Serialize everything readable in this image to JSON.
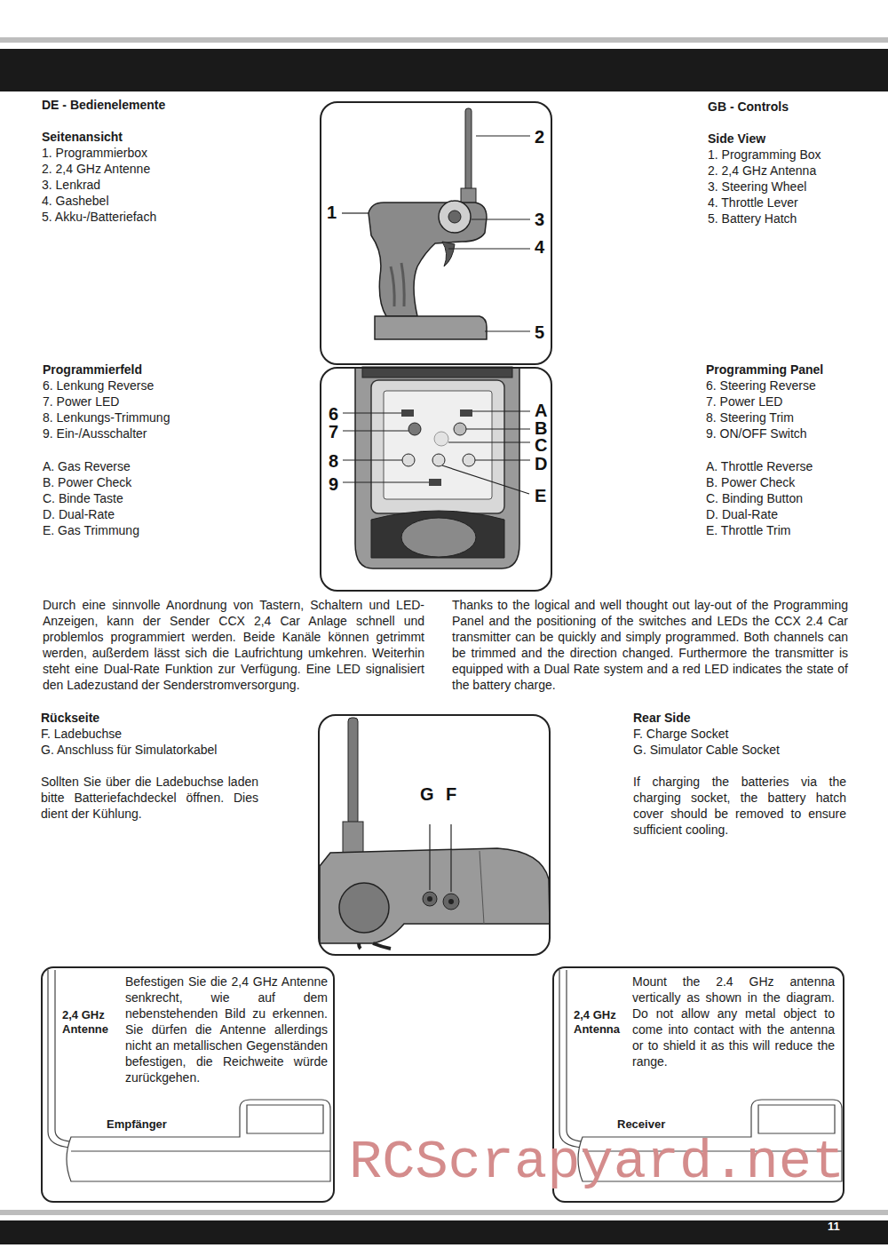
{
  "diagram": {
    "nodes": [
      {
        "text": [
          "1",
          "2",
          "3",
          "4",
          "5"
        ]
      },
      {
        "text": [
          "6",
          "7",
          "8",
          "9",
          "A",
          "B",
          "C",
          "D",
          "E"
        ]
      },
      {
        "text": [
          "G",
          "F"
        ]
      },
      {
        "text": [
          "Befestigen Sie die 2,4 GHz Antenne senkrecht, wie auf dem nebenstehenden Bild zu erkennen. Sie dürfen die Antenne allerdings nicht an metallischen Gegenständen befestigen, die Reichweite würde zurückgehen.",
          "2,4 GHz Antenne",
          "Empfänger"
        ]
      },
      {
        "text": [
          "Mount the 2.4 GHz antenna vertically as shown in the diagram. Do not allow any metal object to come into contact with the antenna or to shield it as this will reduce the range.",
          "2,4 GHz Antenna",
          "Receiver"
        ]
      },
      {
        "text": [
          "11"
        ]
      }
    ],
    "labels": [
      "DE - Bedienelemente",
      "GB - Controls",
      "Seitenansicht",
      "1. Programmierbox",
      "2. 2,4 GHz Antenne",
      "3. Lenkrad",
      "4. Gashebel",
      "5. Akku-/Batteriefach",
      "Side View",
      "1. Programming Box",
      "2. 2,4 GHz Antenna",
      "3. Steering Wheel",
      "4. Throttle Lever",
      "5. Battery Hatch",
      "Programmierfeld",
      "6. Lenkung Reverse",
      "7. Power LED",
      "8. Lenkungs-Trimmung",
      "9. Ein-/Ausschalter",
      "A. Gas Reverse",
      "B. Power Check",
      "C. Binde Taste",
      "D. Dual-Rate",
      "E. Gas Trimmung",
      "Programming Panel",
      "6. Steering Reverse",
      "7. Power LED",
      "8. Steering Trim",
      "9. ON/OFF Switch",
      "A. Throttle Reverse",
      "B. Power Check",
      "C. Binding Button",
      "D. Dual-Rate",
      "E. Throttle Trim",
      "Durch eine sinnvolle Anordnung von Tastern, Schaltern und LED-Anzeigen, kann der Sender CCX 2,4 Car Anlage schnell und problemlos programmiert werden. Beide Kanäle können getrimmt werden, außerdem lässt sich die Laufrichtung umkehren. Weiterhin steht eine Dual-Rate Funktion zur Verfügung. Eine LED signalisiert den Ladezustand der Senderstromversorgung.",
      "Thanks to the logical and well thought out lay-out of the Programming Panel and the positioning of the switches and LEDs the CCX 2.4 Car transmitter can be quickly and simply programmed. Both channels can be trimmed and the direction changed. Furthermore the transmitter is equipped with a Dual Rate system and a red LED indicates the state of the battery charge.",
      "Rückseite",
      "F. Ladebuchse",
      "G. Anschluss für Simulatorkabel",
      "Sollten Sie über die Ladebuchse laden bitte Batteriefachdeckel öffnen. Dies dient der Kühlung.",
      "Rear Side",
      "F. Charge Socket",
      "G. Simulator Cable Socket",
      "If charging the batteries via the charging socket, the battery hatch cover should be removed to ensure sufficient cooling.",
      "RCScrapyard.net"
    ]
  }
}
